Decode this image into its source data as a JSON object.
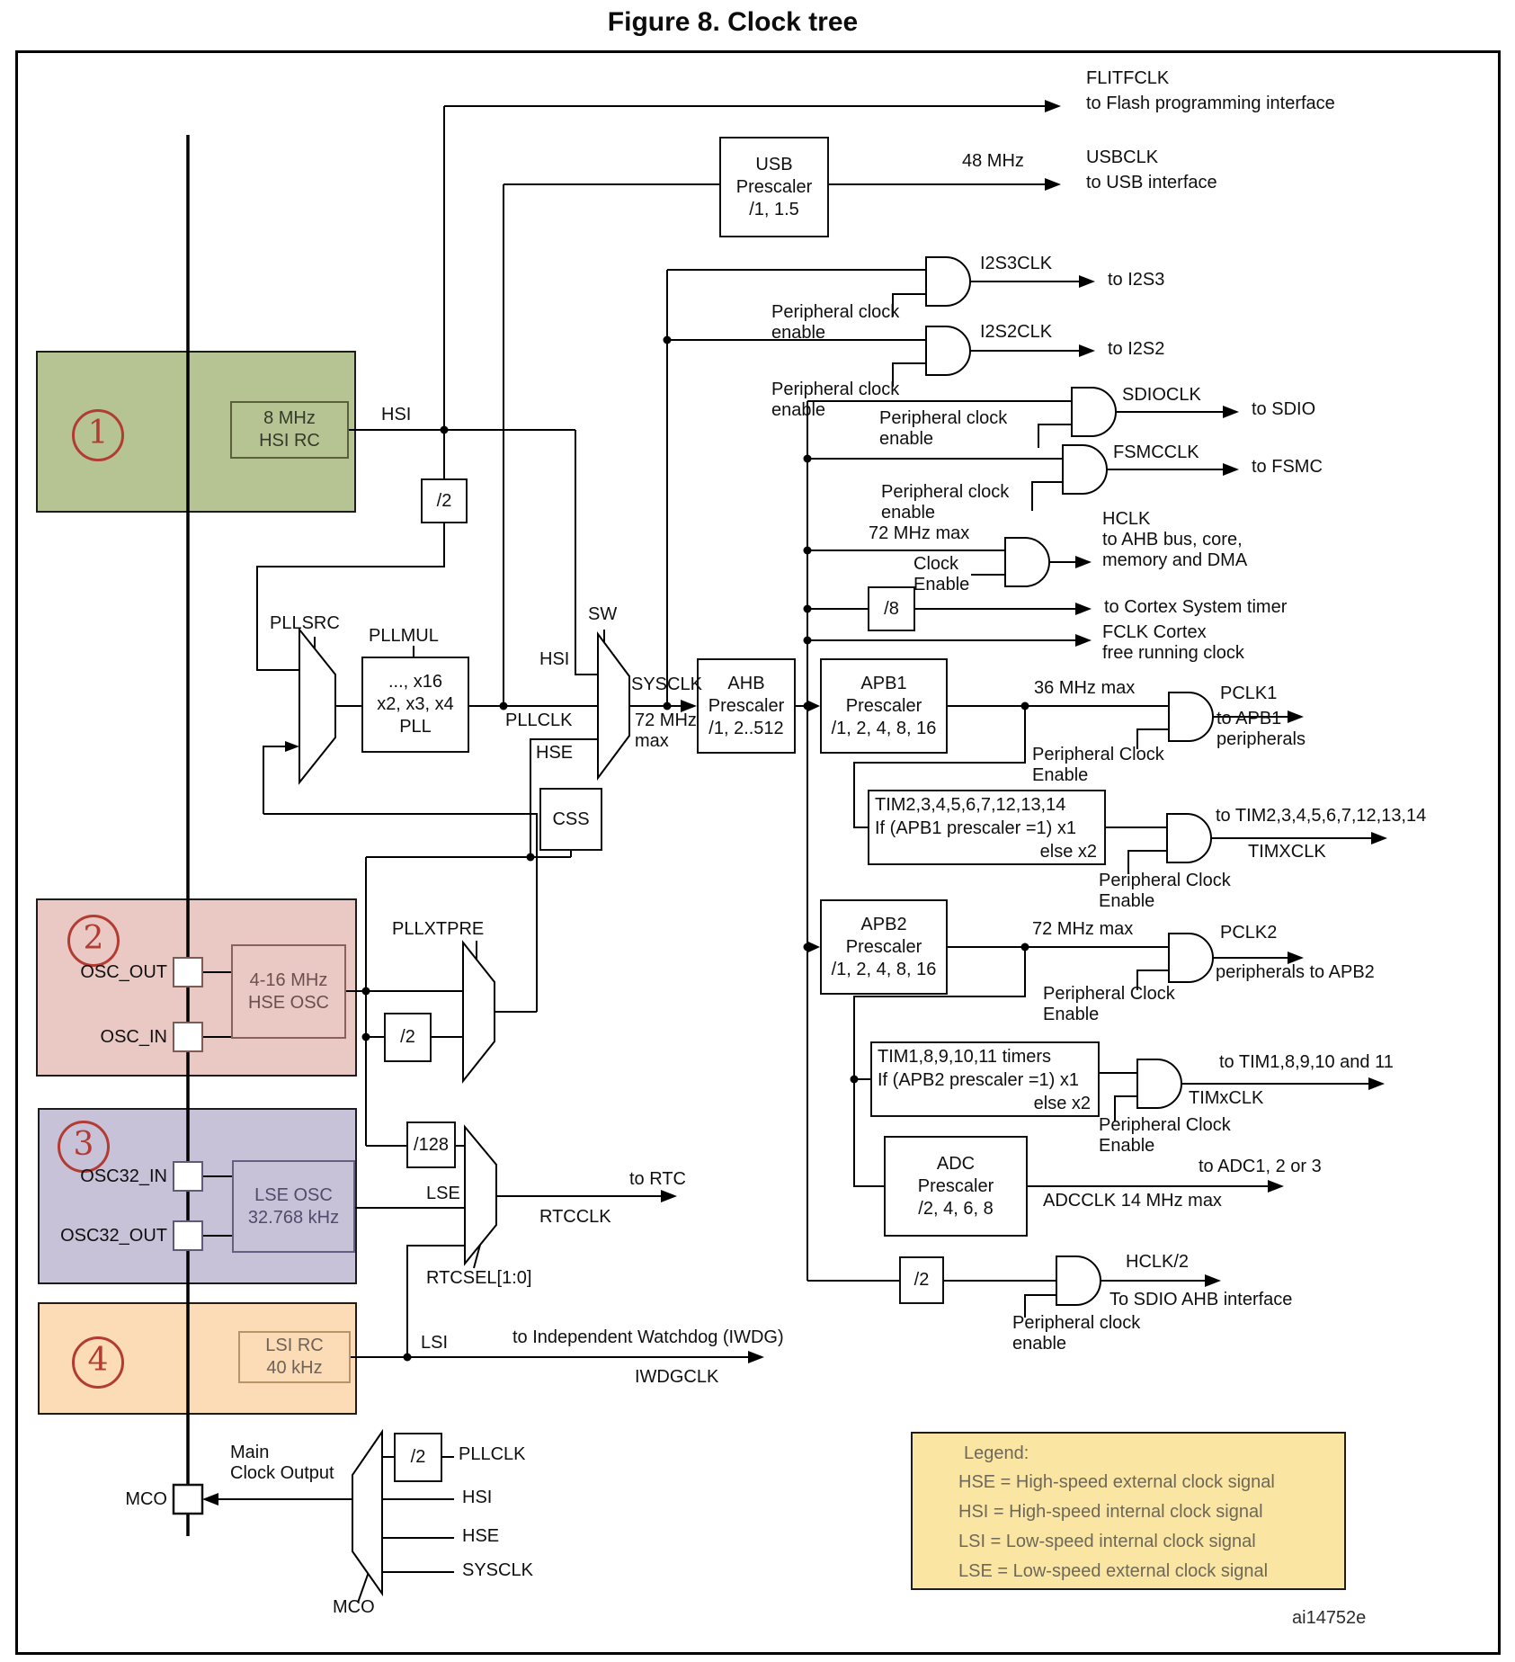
{
  "title": "Figure 8. Clock tree",
  "figure_id": "ai14752e",
  "badges": {
    "b1": "1",
    "b2": "2",
    "b3": "3",
    "b4": "4"
  },
  "colors": {
    "hsi_region": "#b6c494",
    "hse_region": "#eac9c5",
    "lse_region": "#c8c2d9",
    "lsi_region": "#fbdcb7",
    "legend_bg": "#fae6a2",
    "badge": "#b23b32"
  },
  "sources": {
    "hsi_box": "8 MHz\nHSI RC",
    "hse_box": "4-16 MHz\nHSE OSC",
    "lse_box": "LSE OSC\n32.768 kHz",
    "lsi_box": "LSI RC\n40 kHz"
  },
  "pads": {
    "osc_out": "OSC_OUT",
    "osc_in": "OSC_IN",
    "osc32_in": "OSC32_IN",
    "osc32_out": "OSC32_OUT",
    "mco": "MCO"
  },
  "blocks": {
    "usb_prescaler": "USB\nPrescaler\n/1, 1.5",
    "pll": "..., x16\nx2, x3, x4\nPLL",
    "css": "CSS",
    "ahb_prescaler": "AHB\nPrescaler\n/1, 2..512",
    "apb1_prescaler": "APB1\nPrescaler\n/1, 2, 4, 8, 16",
    "apb2_prescaler": "APB2\nPrescaler\n/1, 2, 4, 8, 16",
    "adc_prescaler": "ADC\nPrescaler\n/2, 4, 6, 8",
    "div2": "/2",
    "div8": "/8",
    "div128": "/128",
    "tim2": {
      "l1": "TIM2,3,4,5,6,7,12,13,14",
      "l2": "If (APB1 prescaler =1) x1",
      "l3": "else  x2"
    },
    "tim1": {
      "l1": "TIM1,8,9,10,11 timers",
      "l2": "If (APB2 prescaler =1) x1",
      "l3": "else x2"
    }
  },
  "muxes": {
    "pllsrc": "PLLSRC",
    "pllmul": "PLLMUL",
    "sw": "SW",
    "pllxtpre": "PLLXTPRE",
    "rtcsel": "RTCSEL[1:0]",
    "mco": "MCO"
  },
  "signals": {
    "hsi": "HSI",
    "hse": "HSE",
    "lse": "LSE",
    "lsi": "LSI",
    "pllclk": "PLLCLK",
    "sysclk": "SYSCLK",
    "sysclk_max": "72 MHz\nmax",
    "mhz72max": "72 MHz max",
    "mhz36max": "36 MHz max",
    "mhz48": "48 MHz",
    "main_clock_output": "Main\nClock Output"
  },
  "enables": {
    "peripheral_clock_enable": "Peripheral clock\nenable",
    "peripheral_clock_enable_tc": "Peripheral Clock\nEnable",
    "clock_enable": "Clock\nEnable"
  },
  "outputs": {
    "flitfclk": "FLITFCLK",
    "flitfclk_to": "to Flash programming interface",
    "usbclk": "USBCLK",
    "usbclk_to": "to USB interface",
    "i2s3clk": "I2S3CLK",
    "i2s3_to": "to I2S3",
    "i2s2clk": "I2S2CLK",
    "i2s2_to": "to I2S2",
    "sdioclk": "SDIOCLK",
    "sdio_to": "to SDIO",
    "fsmcclk": "FSMCCLK",
    "fsmc_to": "to FSMC",
    "hclk": "HCLK\nto AHB bus, core,\nmemory and DMA",
    "cortex_timer_to": "to Cortex System timer",
    "fclk": "FCLK Cortex\nfree running clock",
    "pclk1": "PCLK1",
    "pclk1_to": "to APB1\nperipherals",
    "tim2_to": "to TIM2,3,4,5,6,7,12,13,14",
    "timxclk_upper": "TIMXCLK",
    "pclk2": "PCLK2",
    "pclk2_to": "peripherals to APB2",
    "tim1_to": "to TIM1,8,9,10 and 11",
    "timxclk_lower": "TIMxCLK",
    "adcclk": "ADCCLK 14 MHz max",
    "adc_to": "to ADC1, 2 or 3",
    "hclk2": "HCLK/2",
    "hclk2_to": "To SDIO AHB interface",
    "rtc_to": "to RTC",
    "rtcclk": "RTCCLK",
    "iwdg_to": "to Independent Watchdog (IWDG)",
    "iwdgclk": "IWDGCLK"
  },
  "legend": {
    "title": "Legend:",
    "items": [
      "HSE = High-speed external clock signal",
      "HSI = High-speed internal clock signal",
      "LSI = Low-speed internal clock signal",
      "LSE = Low-speed external clock signal"
    ]
  }
}
